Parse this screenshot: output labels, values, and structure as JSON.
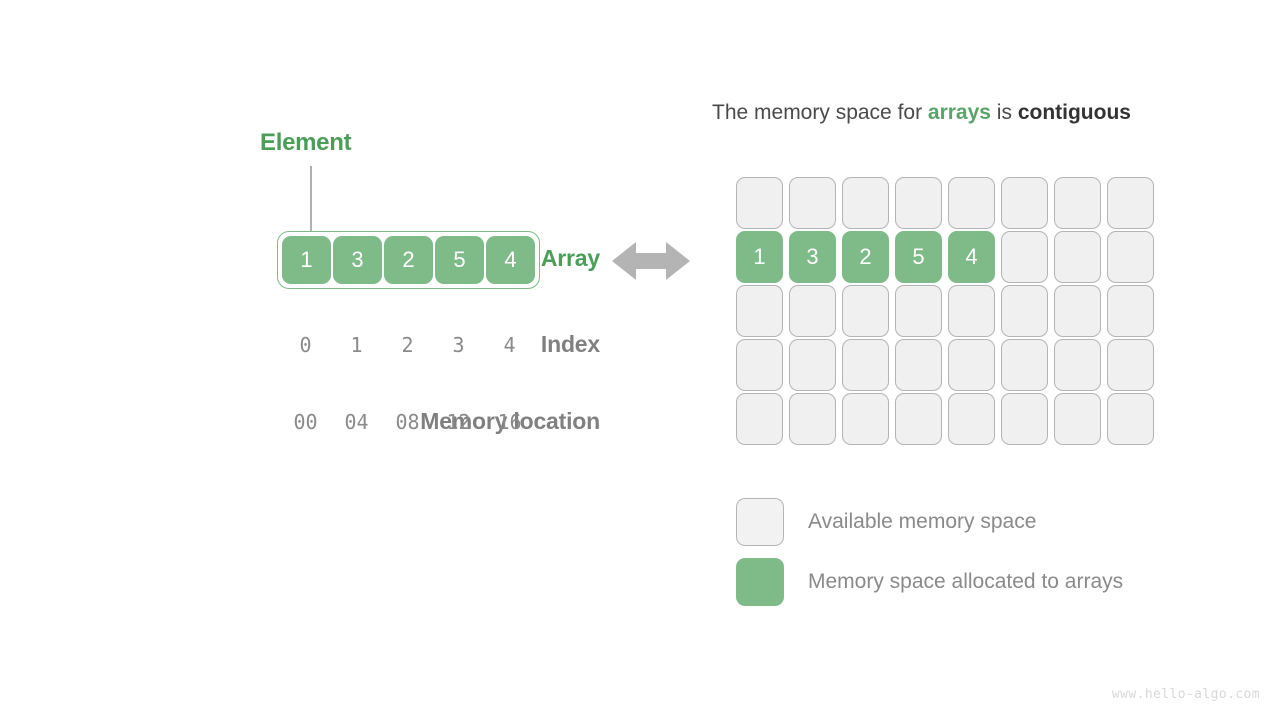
{
  "diagram": {
    "watermark": "www.hello-algo.com",
    "colors": {
      "array_green": "#7fba89",
      "label_green": "#4a9e57",
      "accent_green": "#5aa469",
      "label_gray": "#808080",
      "value_gray": "#8a8a8a",
      "empty_cell_fill": "#f0f0f0",
      "empty_cell_border": "#b4b4b4",
      "arrow_gray": "#b4b4b4"
    }
  },
  "left": {
    "callout_label": "Element",
    "row_labels": {
      "array": "Array",
      "index": "Index",
      "memory_location": "Memory location"
    },
    "array_values": [
      "1",
      "3",
      "2",
      "5",
      "4"
    ],
    "index_values": [
      "0",
      "1",
      "2",
      "3",
      "4"
    ],
    "memory_locations": [
      "00",
      "04",
      "08",
      "12",
      "16"
    ]
  },
  "center": {
    "arrow_name": "double-headed-horizontal-arrow"
  },
  "right": {
    "title": {
      "part1": "The memory space for ",
      "accent": "arrays",
      "part2": " is ",
      "strong": "contiguous"
    },
    "grid": {
      "columns": 8,
      "rows": 5,
      "allocated_row_index": 1,
      "allocated_values": [
        "1",
        "3",
        "2",
        "5",
        "4"
      ]
    },
    "legend": [
      {
        "swatch": "available",
        "label": "Available memory space"
      },
      {
        "swatch": "allocated",
        "label": "Memory space allocated to arrays"
      }
    ]
  }
}
